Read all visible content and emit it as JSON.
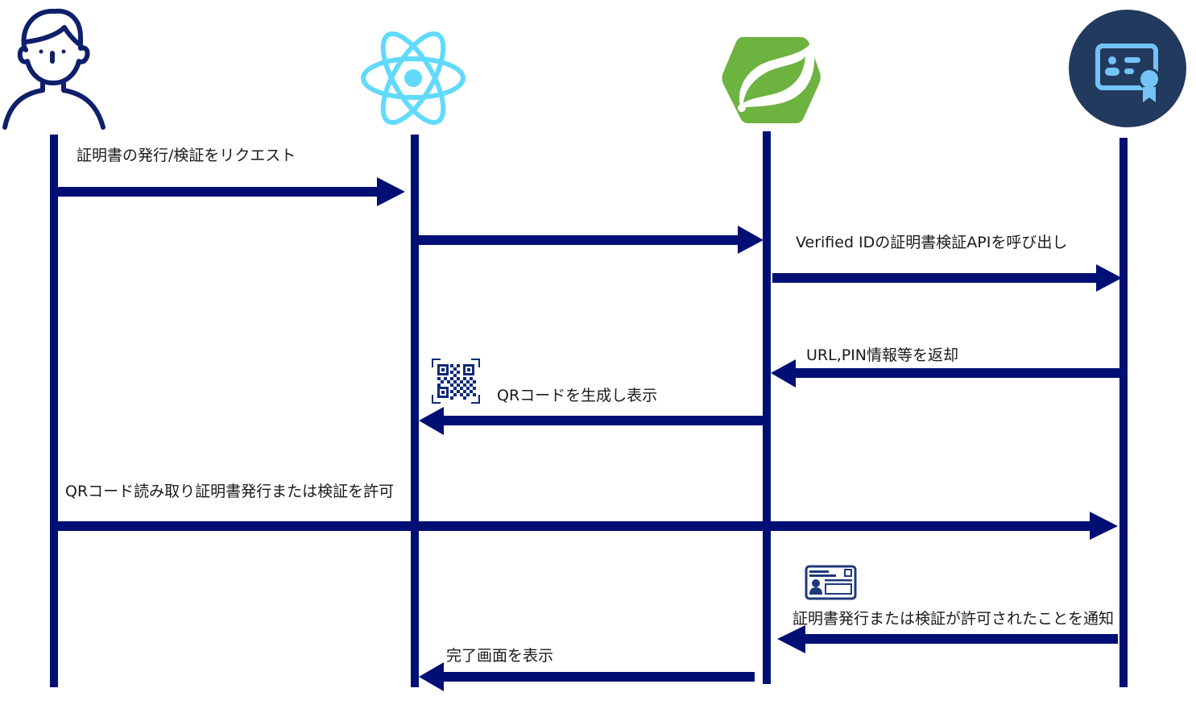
{
  "diagram": {
    "type": "sequence-diagram",
    "colors": {
      "line": "#000F73",
      "user_icon": "#0F1F6B",
      "react": "#61DAFB",
      "spring": "#6DB33F",
      "verified_bg": "#223A5E",
      "verified_fg": "#73C3F7",
      "qr": "#0F2A7A",
      "card": "#1F3A7A",
      "text": "#1a1a1a"
    },
    "participants": [
      {
        "id": "user",
        "icon": "user-person-icon"
      },
      {
        "id": "frontend",
        "icon": "react-logo-icon"
      },
      {
        "id": "backend",
        "icon": "spring-logo-icon"
      },
      {
        "id": "verified-id",
        "icon": "verified-credential-icon"
      }
    ],
    "messages": [
      {
        "from": "user",
        "to": "frontend",
        "label": "証明書の発行/検証をリクエスト"
      },
      {
        "from": "frontend",
        "to": "backend",
        "label": ""
      },
      {
        "from": "backend",
        "to": "verified-id",
        "label": "Verified IDの証明書検証APIを呼び出し"
      },
      {
        "from": "verified-id",
        "to": "backend",
        "label": "URL,PIN情報等を返却"
      },
      {
        "from": "backend",
        "to": "frontend",
        "label": "QRコードを生成し表示",
        "icon": "qr-code-icon"
      },
      {
        "from": "user",
        "to": "verified-id",
        "label": "QRコード読み取り証明書発行または検証を許可"
      },
      {
        "from": "verified-id",
        "to": "backend",
        "label": "証明書発行または検証が許可されたことを通知",
        "icon": "id-card-icon"
      },
      {
        "from": "backend",
        "to": "frontend",
        "label": "完了画面を表示"
      }
    ]
  }
}
